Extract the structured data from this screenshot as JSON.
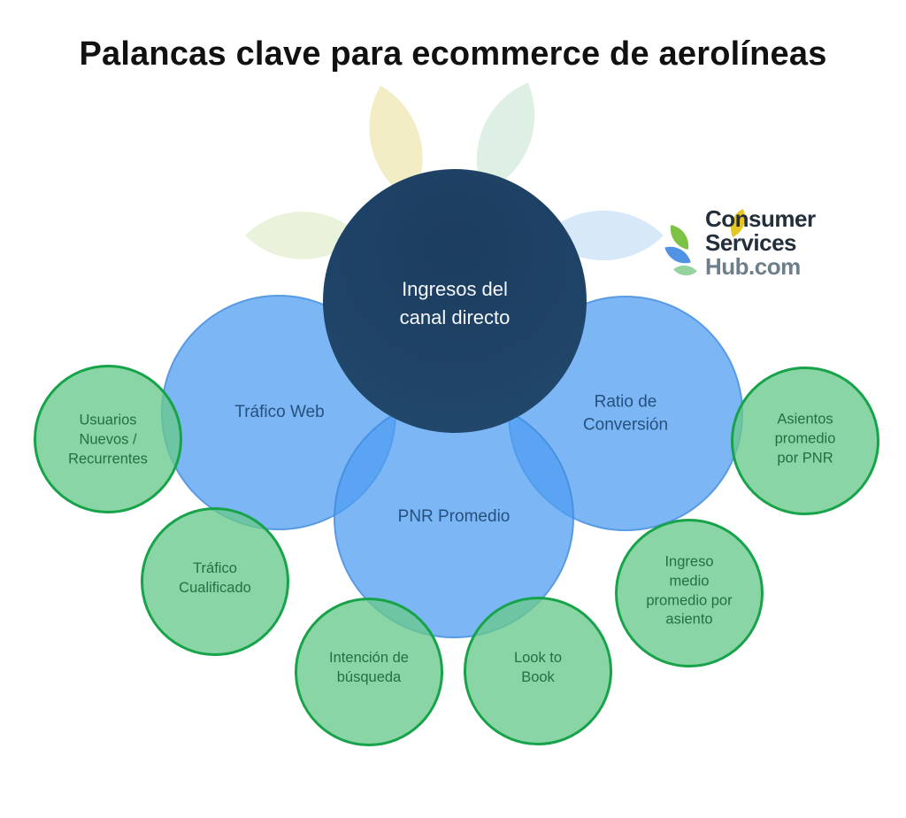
{
  "title": "Palancas clave para ecommerce de aerolíneas",
  "diagram": {
    "center": {
      "label": "Ingresos del\ncanal directo"
    },
    "primary": [
      {
        "id": "trafico-web",
        "label": "Tráfico Web"
      },
      {
        "id": "ratio-conversion",
        "label": "Ratio de\nConversión"
      },
      {
        "id": "pnr-promedio",
        "label": "PNR Promedio"
      }
    ],
    "secondary": [
      {
        "id": "usuarios-nuevos-recurrentes",
        "label": "Usuarios\nNuevos /\nRecurrentes"
      },
      {
        "id": "trafico-cualificado",
        "label": "Tráfico\nCualificado"
      },
      {
        "id": "intencion-de-busqueda",
        "label": "Intención de\nbúsqueda"
      },
      {
        "id": "look-to-book",
        "label": "Look to\nBook"
      },
      {
        "id": "ingreso-medio-promedio-por-asiento",
        "label": "Ingreso\nmedio\npromedio por\nasiento"
      },
      {
        "id": "asientos-promedio-por-pnr",
        "label": "Asientos\npromedio\npor PNR"
      }
    ]
  },
  "logo": {
    "line1": "Consumer",
    "line2": "Services",
    "line3": "Hub.com"
  },
  "colors": {
    "dark_navy_circle": "#1f4367",
    "blue_circle": "#7db7f5",
    "blue_circle_overlap": "#5ca5f2",
    "green_circle_fill": "#8ad5a5",
    "green_circle_border": "#17a349",
    "green_label_text": "#256f44",
    "blue_label_text": "#24517e",
    "center_label_text": "#f4f8fb",
    "title_text": "#111111",
    "logo_navy_text": "#232f3b",
    "logo_gray_text": "#6d7f8b",
    "petal_yellow": "#f3edc5",
    "petal_mint": "#def0e3",
    "petal_light_green": "#e9f3dc",
    "petal_light_blue": "#d7e8f8",
    "leaf_yellow": "#e5c622",
    "leaf_green": "#7cc244",
    "leaf_blue": "#5292e4",
    "leaf_light_green": "#96d29f"
  }
}
